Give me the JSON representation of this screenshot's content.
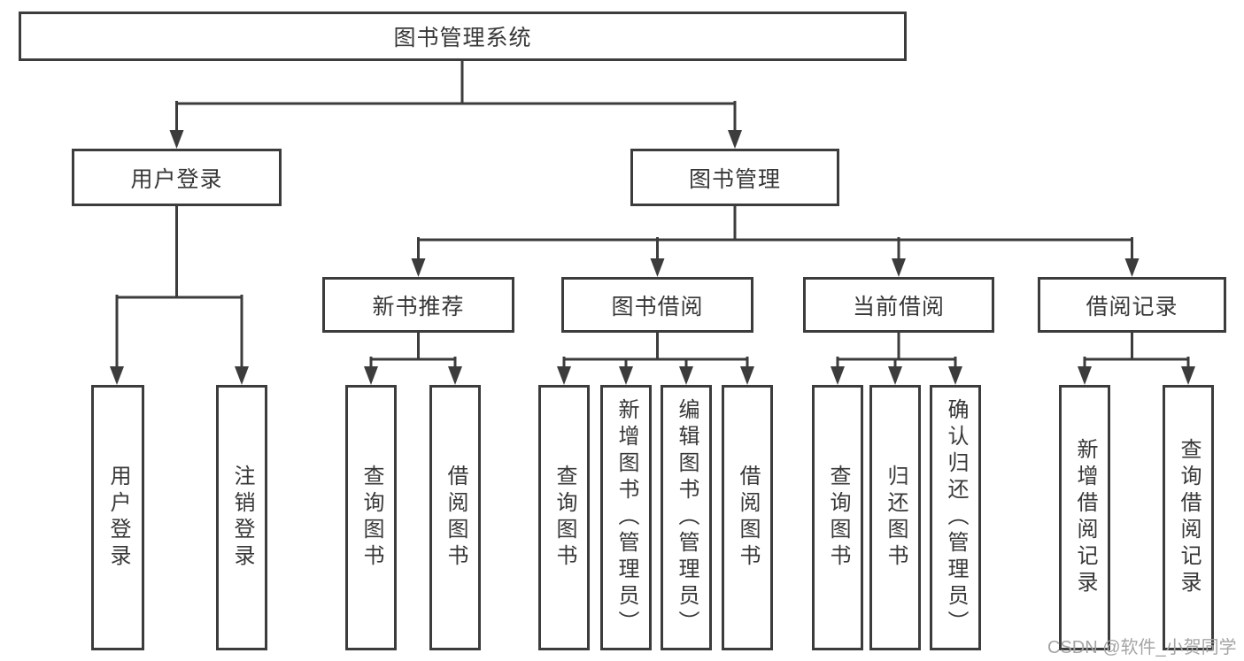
{
  "diagram": {
    "root": "图书管理系统",
    "branches": [
      {
        "label": "用户登录",
        "children": [
          "用户登录",
          "注销登录"
        ]
      },
      {
        "label": "图书管理",
        "children": [
          {
            "label": "新书推荐",
            "children": [
              "查询图书",
              "借阅图书"
            ]
          },
          {
            "label": "图书借阅",
            "children": [
              "查询图书",
              "新增图书（管理员）",
              "编辑图书（管理员）",
              "借阅图书"
            ]
          },
          {
            "label": "当前借阅",
            "children": [
              "查询图书",
              "归还图书",
              "确认归还（管理员）"
            ]
          },
          {
            "label": "借阅记录",
            "children": [
              "新增借阅记录",
              "查询借阅记录"
            ]
          }
        ]
      }
    ]
  },
  "colors": {
    "line": "#3c3c3c",
    "text": "#383838",
    "box_background": "#ffffff",
    "watermark": "#a5a5a5"
  },
  "watermark": "CSDN @软件_小贺同学"
}
